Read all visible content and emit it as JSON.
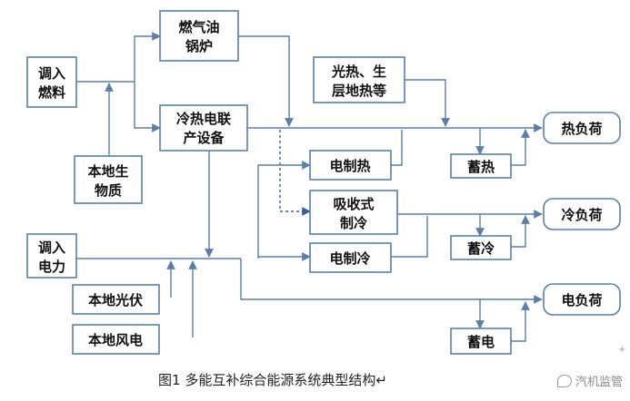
{
  "nodes": {
    "fuel_in": [
      "调入",
      "燃料"
    ],
    "boiler": [
      "燃气油",
      "锅炉"
    ],
    "cchp": [
      "冷热电联",
      "产设备"
    ],
    "biomass": [
      "本地生",
      "物质"
    ],
    "solar_geo": [
      "光热、生",
      "层地热等"
    ],
    "elec_heat": [
      "电制热"
    ],
    "absorption": [
      "吸收式",
      "制冷"
    ],
    "elec_cool": [
      "电制冷"
    ],
    "power_in": [
      "调入",
      "电力"
    ],
    "pv": [
      "本地光伏"
    ],
    "wind": [
      "本地风电"
    ],
    "heat_store": [
      "蓄热"
    ],
    "cool_store": [
      "蓄冷"
    ],
    "elec_store": [
      "蓄电"
    ],
    "heat_load": [
      "热负荷"
    ],
    "cool_load": [
      "冷负荷"
    ],
    "elec_load": [
      "电负荷"
    ]
  },
  "caption": "图1 多能互补综合能源系统典型结构↵",
  "watermark": "汽机监管",
  "colors": {
    "stroke": "#5b7fa6",
    "dashed": "#3b5d9c",
    "text": "#111111"
  }
}
